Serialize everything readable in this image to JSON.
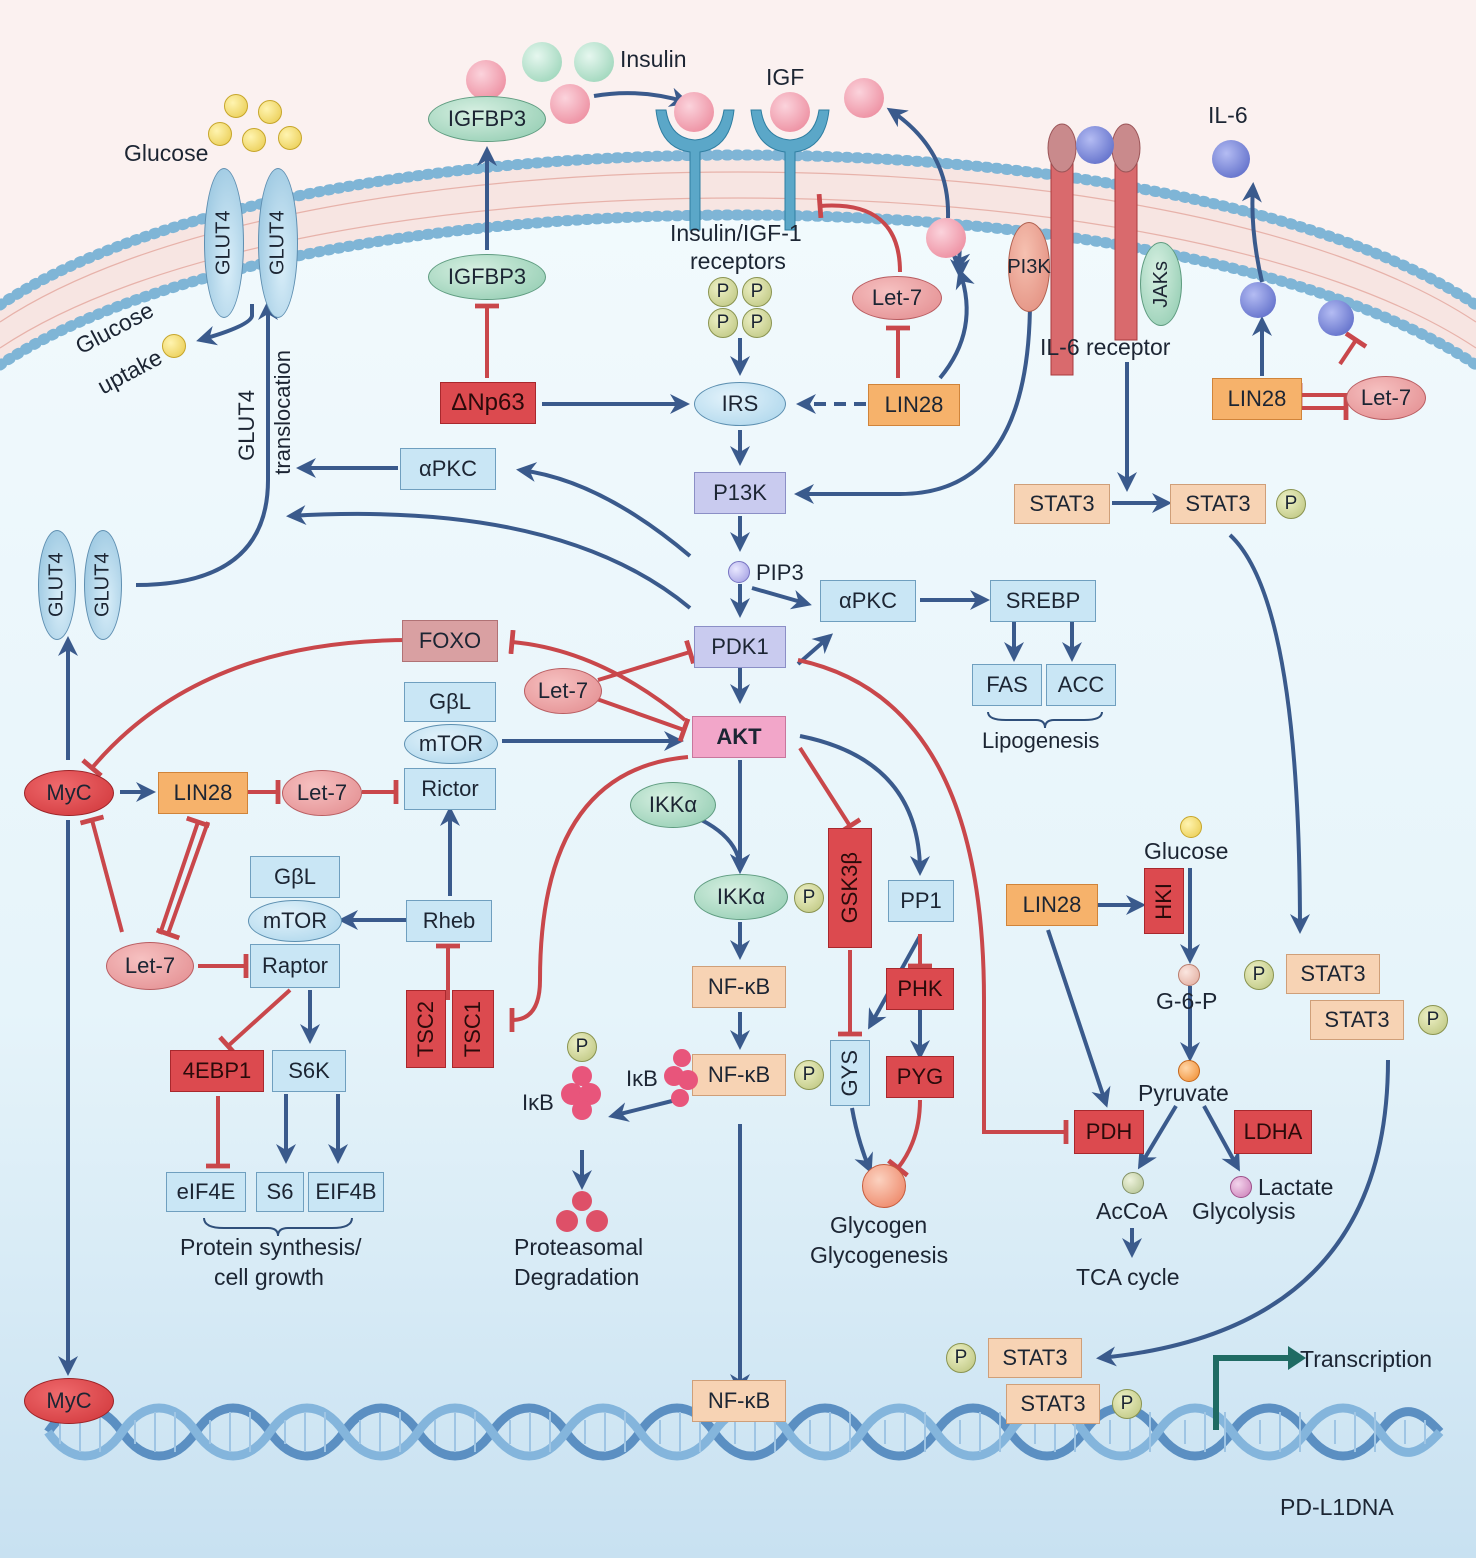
{
  "labels": {
    "insulin": "Insulin",
    "igf": "IGF",
    "glucose_top": "Glucose",
    "glucose_uptake_1": "Glucose",
    "glucose_uptake_2": "uptake",
    "glut4_translocation_1": "GLUT4",
    "glut4_translocation_2": "translocation",
    "receptor_1": "Insulin/IGF-1",
    "receptor_2": "receptors",
    "il6": "IL-6",
    "il6_receptor": "IL-6 receptor",
    "pip3": "PIP3",
    "lipogenesis": "Lipogenesis",
    "protein_synth_1": "Protein synthesis/",
    "protein_synth_2": "cell growth",
    "proteasomal_1": "Proteasomal",
    "proteasomal_2": "Degradation",
    "glycogen_1": "Glycogen",
    "glycogen_2": "Glycogenesis",
    "glucose_mid": "Glucose",
    "g6p": "G-6-P",
    "pyruvate": "Pyruvate",
    "accoa": "AcCoA",
    "lactate": "Lactate",
    "glycolysis": "Glycolysis",
    "tca": "TCA cycle",
    "transcription": "Transcription",
    "dna": "PD-L1DNA",
    "ikb_1": "IκB",
    "ikb_2": "IκB"
  },
  "nodes": {
    "glut4": "GLUT4",
    "igfbp3": "IGFBP3",
    "dnp63": "ΔNp63",
    "irs": "IRS",
    "lin28": "LIN28",
    "let7": "Let-7",
    "pi3k": "PI3K",
    "p13k": "P13K",
    "jaks": "JAKs",
    "stat3": "STAT3",
    "p": "P",
    "apkc": "αPKC",
    "pdk1": "PDK1",
    "srebp": "SREBP",
    "fas": "FAS",
    "acc": "ACC",
    "foxo": "FOXO",
    "akt": "AKT",
    "gbl": "GβL",
    "mtor": "mTOR",
    "rictor": "Rictor",
    "raptor": "Raptor",
    "myc": "MyC",
    "rheb": "Rheb",
    "tsc2": "TSC2",
    "tsc1": "TSC1",
    "ebp1": "4EBP1",
    "s6k": "S6K",
    "eif4e": "eIF4E",
    "s6": "S6",
    "eif4b": "EIF4B",
    "ikka": "IKKα",
    "nfkb": "NF-κB",
    "gsk3b": "GSK3β",
    "pp1": "PP1",
    "phk": "PHK",
    "gys": "GYS",
    "pyg": "PYG",
    "hki": "HKI",
    "pdh": "PDH",
    "ldha": "LDHA"
  },
  "colors": {
    "activation_arrow": "#3a5a8c",
    "inhibition": "#c9474b",
    "membrane": "#8cc0dc",
    "dna": "#5b8fc1"
  }
}
